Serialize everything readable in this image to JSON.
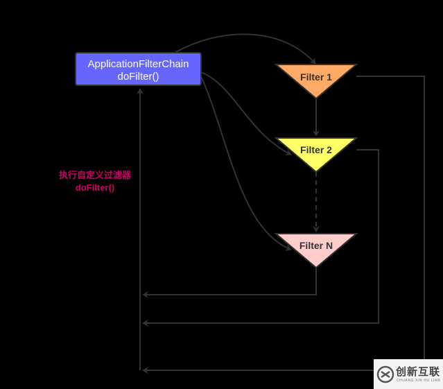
{
  "diagram": {
    "chain_node": {
      "line1": "ApplicationFilterChain",
      "line2": "doFilter()",
      "fill": "#6666ff"
    },
    "filters": [
      {
        "label": "Filter 1",
        "fill": "#ffaa66"
      },
      {
        "label": "Filter 2",
        "fill": "#ffff66"
      },
      {
        "label": "Filter N",
        "fill": "#ffcccc"
      }
    ],
    "annotation": {
      "line1": "执行自定义过滤器",
      "line2": "doFilter()",
      "color": "#cc0066"
    },
    "edge_color": "#333333"
  },
  "watermark": {
    "title": "创新互联",
    "subtitle": "CHUANG XIN HU LIAN"
  }
}
